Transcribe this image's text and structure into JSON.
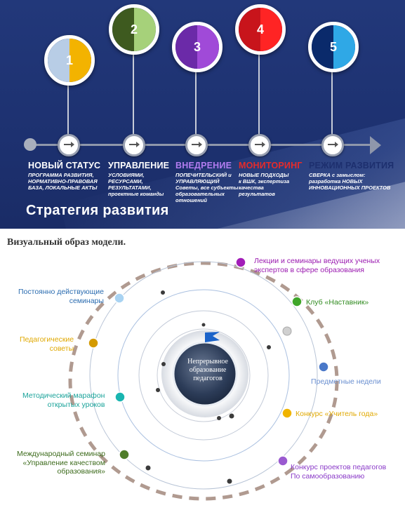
{
  "banner": {
    "title": "Стратегия развития",
    "steps": [
      {
        "number": "1",
        "title": "НОВЫЙ СТАТУС",
        "description": "ПРОГРАММА РАЗВИТИЯ,\nНОРМАТИВНО-ПРАВОВАЯ\nБАЗА, ЛОКАЛЬНЫЕ АКТЫ",
        "color_left": "#b8cde6",
        "color_right": "#f3b300",
        "title_color": "#ffffff"
      },
      {
        "number": "2",
        "title": "УПРАВЛЕНИЕ",
        "description": "УСЛОВИЯМИ,\nРЕСУРСАМИ,\nРЕЗУЛЬТАТАМИ,\nпроектные команды",
        "color_left": "#3e5a1f",
        "color_right": "#a6d17a",
        "title_color": "#ffffff"
      },
      {
        "number": "3",
        "title": "ВНЕДРЕНИЕ",
        "description": "ПОПЕЧИТЕЛЬСКИЙ и\nУПРАВЛЯЮЩИЙ\nСоветы, все субъекты\nобразовательных\nотношений",
        "color_left": "#6b2aa8",
        "color_right": "#a04ad8",
        "title_color": "#b27cf0"
      },
      {
        "number": "4",
        "title": "МОНИТОРИНГ",
        "description": "НОВЫЕ ПОДХОДЫ\nк ВШК, экспертиза\nкачества\nрезультатов",
        "color_left": "#c8141b",
        "color_right": "#ff2424",
        "title_color": "#e52b2b"
      },
      {
        "number": "5",
        "title": "РЕЖИМ РАЗВИТИЯ",
        "description": "СВЕРКА с  замыслом:\nразработка НОВЫХ\nИННОВАЦИОННЫХ ПРОЕКТОВ",
        "color_left": "#0a2a6b",
        "color_right": "#2fa8e6",
        "title_color": "#1d2f6e"
      }
    ]
  },
  "model": {
    "heading": "Визуальный образ модели.",
    "center": "Непрерывное образование педагогов",
    "labels": [
      {
        "text": "Лекции и семинары ведущих ученых\nэкспертов в сфере образования",
        "color": "#9b1bb0",
        "dot": "#a21db8"
      },
      {
        "text": "Постоянно действующие\nсеминары",
        "color": "#2b6cb0",
        "dot": "#a9d3f2"
      },
      {
        "text": "Клуб «Наставник»",
        "color": "#2f8a1e",
        "dot": "#3fa62a"
      },
      {
        "text": "Педагогические\nсоветы",
        "color": "#e0a800",
        "dot": "#d49a00"
      },
      {
        "text": "Предметные недели",
        "color": "#6a8fd0",
        "dot": "#4a78c8"
      },
      {
        "text": "Методический марафон\nоткрытых уроков",
        "color": "#1aa39a",
        "dot": "#19b5b0"
      },
      {
        "text": "Конкурс «Учитель года»",
        "color": "#e0a800",
        "dot": "#f0b400"
      },
      {
        "text": "Международный семинар\n«Управление качеством\nобразования»",
        "color": "#3d6b1c",
        "dot": "#4f7d2a"
      },
      {
        "text": "Конкурс проектов педагогов\nПо самообразованию",
        "color": "#8a3ac8",
        "dot": "#9a5ad0"
      }
    ]
  }
}
